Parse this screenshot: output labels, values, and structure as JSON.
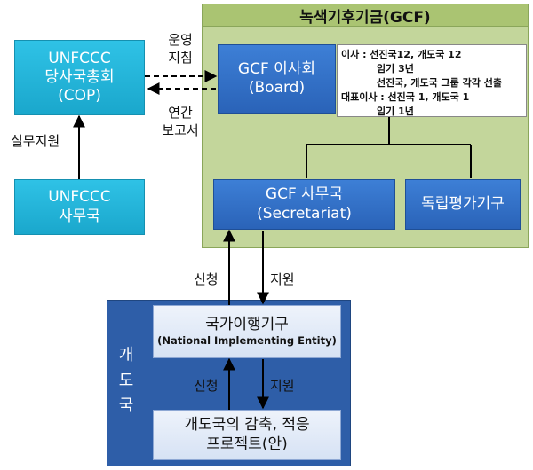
{
  "gcf": {
    "title": "녹색기후기금(GCF)"
  },
  "cop": {
    "line1": "UNFCCC",
    "line2": "당사국총회",
    "line3": "(COP)"
  },
  "unfccc_secretariat": {
    "line1": "UNFCCC",
    "line2": "사무국"
  },
  "board": {
    "line1": "GCF 이사회",
    "line2": "(Board)"
  },
  "board_note": {
    "rows": [
      "이사 : 선진국12, 개도국 12",
      "임기 3년",
      "선진국, 개도국 그룹 각각 선출",
      "대표이사 : 선진국 1, 개도국 1",
      "임기 1년"
    ]
  },
  "secretariat": {
    "line1": "GCF 사무국",
    "line2": "(Secretariat)"
  },
  "independent_eval": {
    "label": "독립평가기구"
  },
  "developing": {
    "label_chars": [
      "개",
      "도",
      "국"
    ]
  },
  "nie": {
    "line1": "국가이행기구",
    "line2": "(National Implementing Entity)"
  },
  "project": {
    "line1": "개도국의 감축, 적응",
    "line2": "프로젝트(안)"
  },
  "arrows": {
    "guidance": [
      "운영",
      "지침"
    ],
    "report": [
      "연간",
      "보고서"
    ],
    "working_support": "실무지원",
    "apply": "신청",
    "support": "지원"
  }
}
